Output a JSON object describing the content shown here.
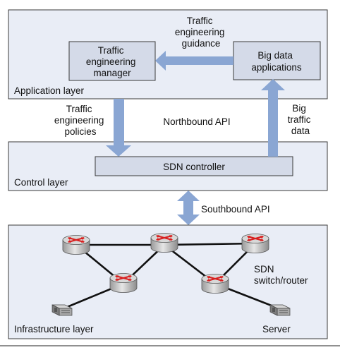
{
  "layers": {
    "application": "Application layer",
    "control": "Control layer",
    "infrastructure": "Infrastructure layer"
  },
  "boxes": {
    "te_manager": [
      "Traffic",
      "engineering",
      "manager"
    ],
    "big_data": [
      "Big data",
      "applications"
    ],
    "sdn_controller": "SDN controller"
  },
  "labels": {
    "te_guidance": [
      "Traffic",
      "engineering",
      "guidance"
    ],
    "te_policies": [
      "Traffic",
      "engineering",
      "policies"
    ],
    "northbound": "Northbound API",
    "big_traffic": [
      "Big",
      "traffic",
      "data"
    ],
    "southbound": "Southbound API",
    "sdn_switch": [
      "SDN",
      "switch/router"
    ],
    "server": "Server"
  },
  "colors": {
    "layer_fill": "#e9edf6",
    "box_fill": "#d4dae8",
    "arrow": "#8aa6d3",
    "router_body": "#d3d3d3",
    "router_arrows": "#d81e1e"
  },
  "icons": {
    "router": "router-icon",
    "server": "server-icon"
  }
}
